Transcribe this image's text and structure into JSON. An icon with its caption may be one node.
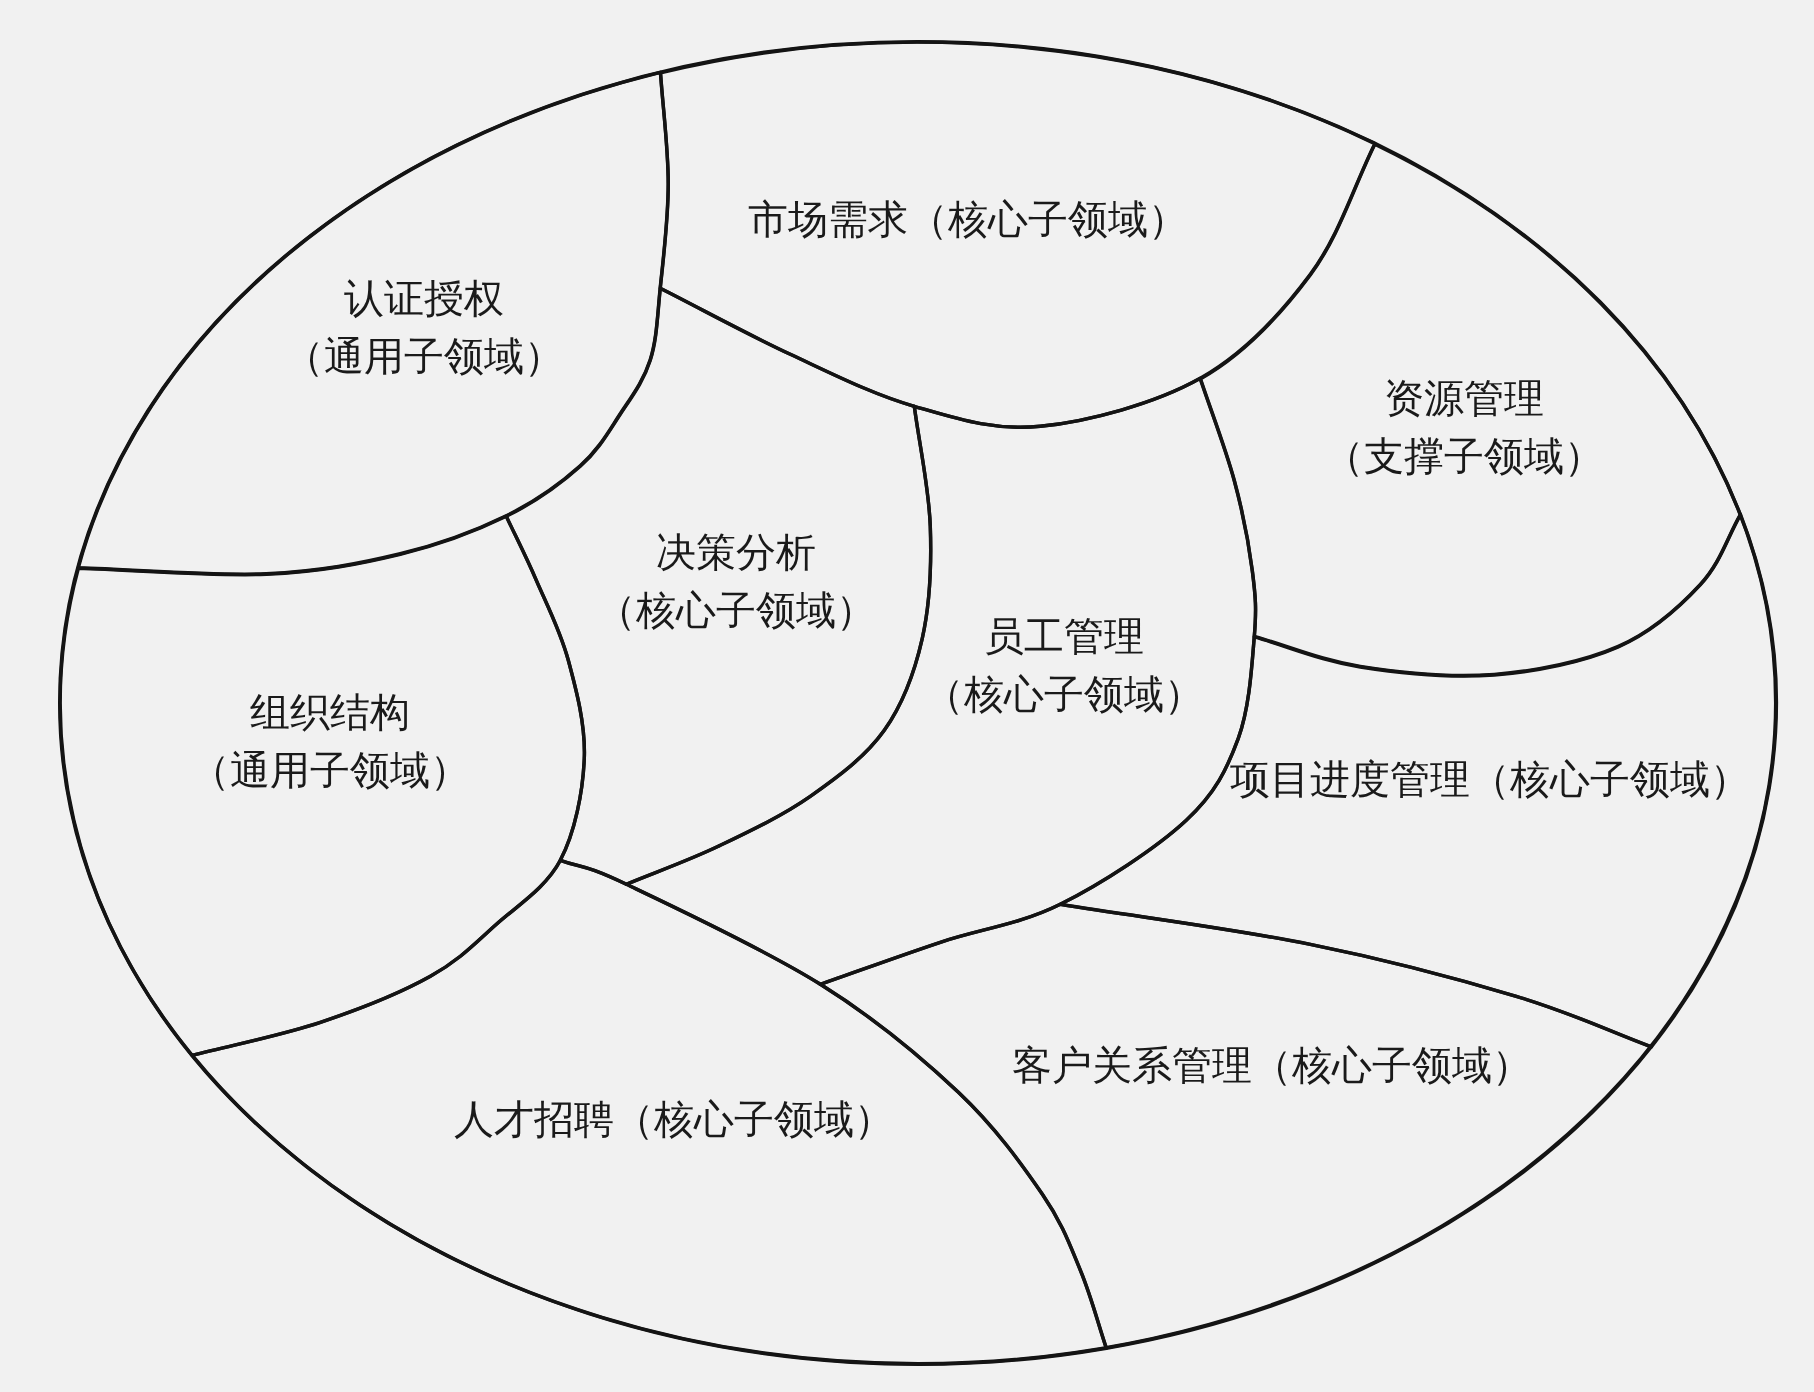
{
  "diagram": {
    "nodes": [
      {
        "text": [],
        "shape": "ellipse"
      },
      {
        "text": [
          "市场需求（核心子领域）"
        ],
        "in": 0
      },
      {
        "text": [
          "认证授权（通用子领域）"
        ],
        "in": 0
      },
      {
        "text": [
          "资源管理（支撑子领域）"
        ],
        "in": 0
      },
      {
        "text": [
          "决策分析（核心子领域）"
        ],
        "in": 0
      },
      {
        "text": [
          "员工管理（核心子领域）"
        ],
        "in": 0
      },
      {
        "text": [
          "组织结构（通用子领域）"
        ],
        "in": 0
      },
      {
        "text": [
          "项目进度管理（核心子领域）"
        ],
        "in": 0
      },
      {
        "text": [
          "客户关系管理（核心子领域）"
        ],
        "in": 0
      },
      {
        "text": [
          "人才招聘（核心子领域）"
        ],
        "in": 0
      }
    ]
  }
}
